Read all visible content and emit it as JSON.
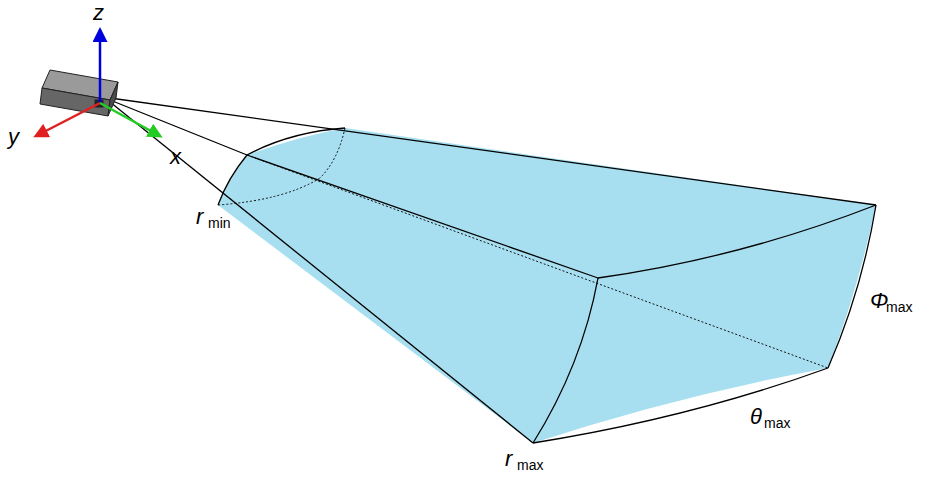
{
  "diagram": {
    "labels": [
      "z",
      "y",
      "x",
      "r",
      "min",
      "r",
      "max",
      "θ",
      "max",
      "Φ",
      "max"
    ]
  }
}
